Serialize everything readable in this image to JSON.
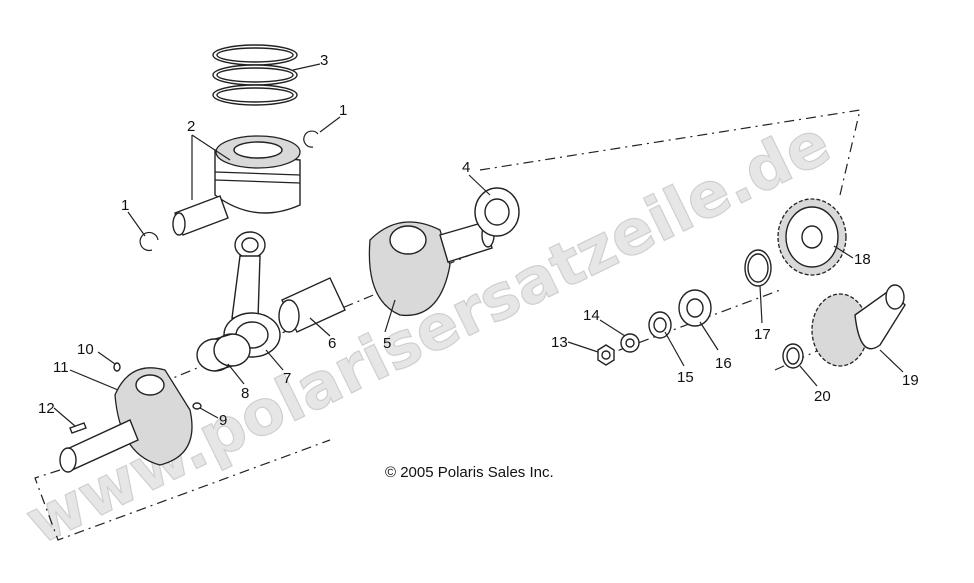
{
  "watermark": "www.polarisersatzeile.de",
  "copyright": "© 2005 Polaris Sales Inc.",
  "callouts": {
    "c1a": "1",
    "c1b": "1",
    "c2": "2",
    "c3": "3",
    "c4": "4",
    "c5": "5",
    "c6": "6",
    "c7": "7",
    "c8": "8",
    "c9": "9",
    "c10": "10",
    "c11": "11",
    "c12": "12",
    "c13": "13",
    "c14": "14",
    "c15": "15",
    "c16": "16",
    "c17": "17",
    "c18": "18",
    "c19": "19",
    "c20": "20"
  }
}
